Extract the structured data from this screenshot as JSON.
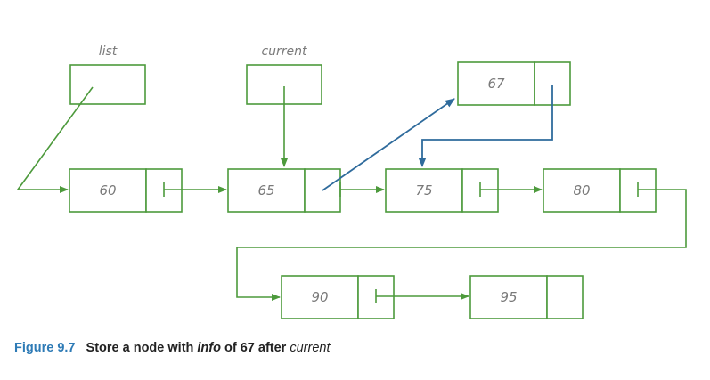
{
  "labels": {
    "list": "list",
    "current": "current"
  },
  "nodes": {
    "n60": "60",
    "n65": "65",
    "n67": "67",
    "n75": "75",
    "n80": "80",
    "n90": "90",
    "n95": "95"
  },
  "caption": {
    "figure_number": "Figure 9.7",
    "part1": "Store a node with",
    "part2": "info",
    "part3": "of 67 after",
    "part4": "current"
  },
  "colors": {
    "green": "#4d9a3c",
    "blue": "#2f6b9c",
    "caption_blue": "#2e7bb6"
  }
}
